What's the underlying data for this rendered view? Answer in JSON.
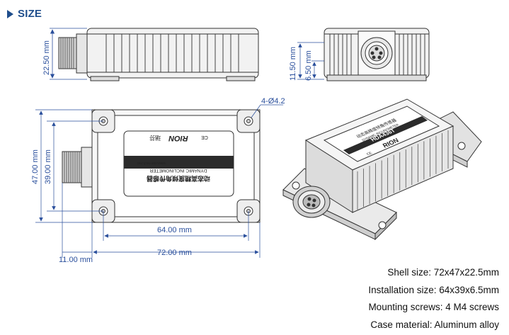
{
  "header": {
    "title": "SIZE"
  },
  "dimensions": {
    "side_height": "22.50 mm",
    "front_height": "11.50 mm",
    "front_mount": "6.50 mm",
    "holes": "4-Ø4.2",
    "height_total": "47.00 mm",
    "height_mount": "39.00 mm",
    "width_mount": "64.00 mm",
    "width_total": "72.00 mm",
    "connector": "11.00 mm"
  },
  "label": {
    "cn_title": "动态高精度倾角传感器",
    "en_title": "DYNAMIC INCLINOMETER",
    "url": "www.rion-tech.net",
    "model": "HDA436T",
    "brand": "RION",
    "brand_cn": "瑞芬",
    "ce": "CE"
  },
  "specs": [
    "Shell size: 72x47x22.5mm",
    "Installation size: 64x39x6.5mm",
    "Mounting screws: 4 M4 screws",
    "Case material: Aluminum alloy"
  ],
  "colors": {
    "accent": "#1f4e8c",
    "dimension": "#2a4f9c",
    "line": "#333333"
  }
}
